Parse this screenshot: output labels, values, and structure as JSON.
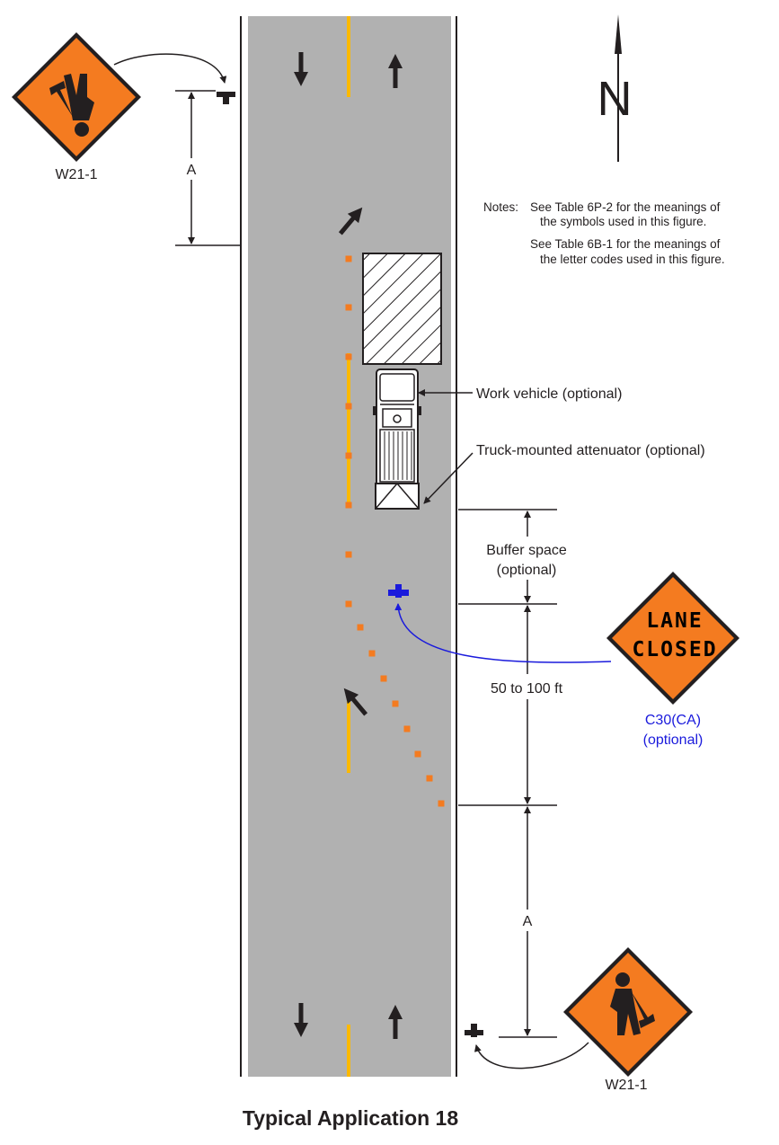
{
  "title": "Typical Application 18",
  "north_label": "N",
  "notes": {
    "prefix": "Notes:",
    "line1a": "See Table 6P-2 for the meanings of",
    "line1b": "the symbols used in this figure.",
    "line2a": "See Table 6B-1 for the meanings of",
    "line2b": "the letter codes used in this figure."
  },
  "labels": {
    "work_vehicle": "Work vehicle (optional)",
    "attenuator": "Truck-mounted attenuator (optional)",
    "buffer_line1": "Buffer space",
    "buffer_line2": "(optional)",
    "taper_length": "50 to 100 ft",
    "dim_a_top": "A",
    "dim_a_bottom": "A"
  },
  "signs": {
    "top_code": "W21-1",
    "bottom_code": "W21-1",
    "lane_closed_line1": "LANE",
    "lane_closed_line2": "CLOSED",
    "lane_closed_code": "C30(CA)",
    "lane_closed_note": "(optional)"
  },
  "colors": {
    "pavement": "#b1b1b1",
    "center_line": "#fbb900",
    "sign_orange": "#f47b20",
    "channelizer": "#f47b20",
    "blue_marker": "#1a1adc",
    "ink": "#231f20"
  }
}
